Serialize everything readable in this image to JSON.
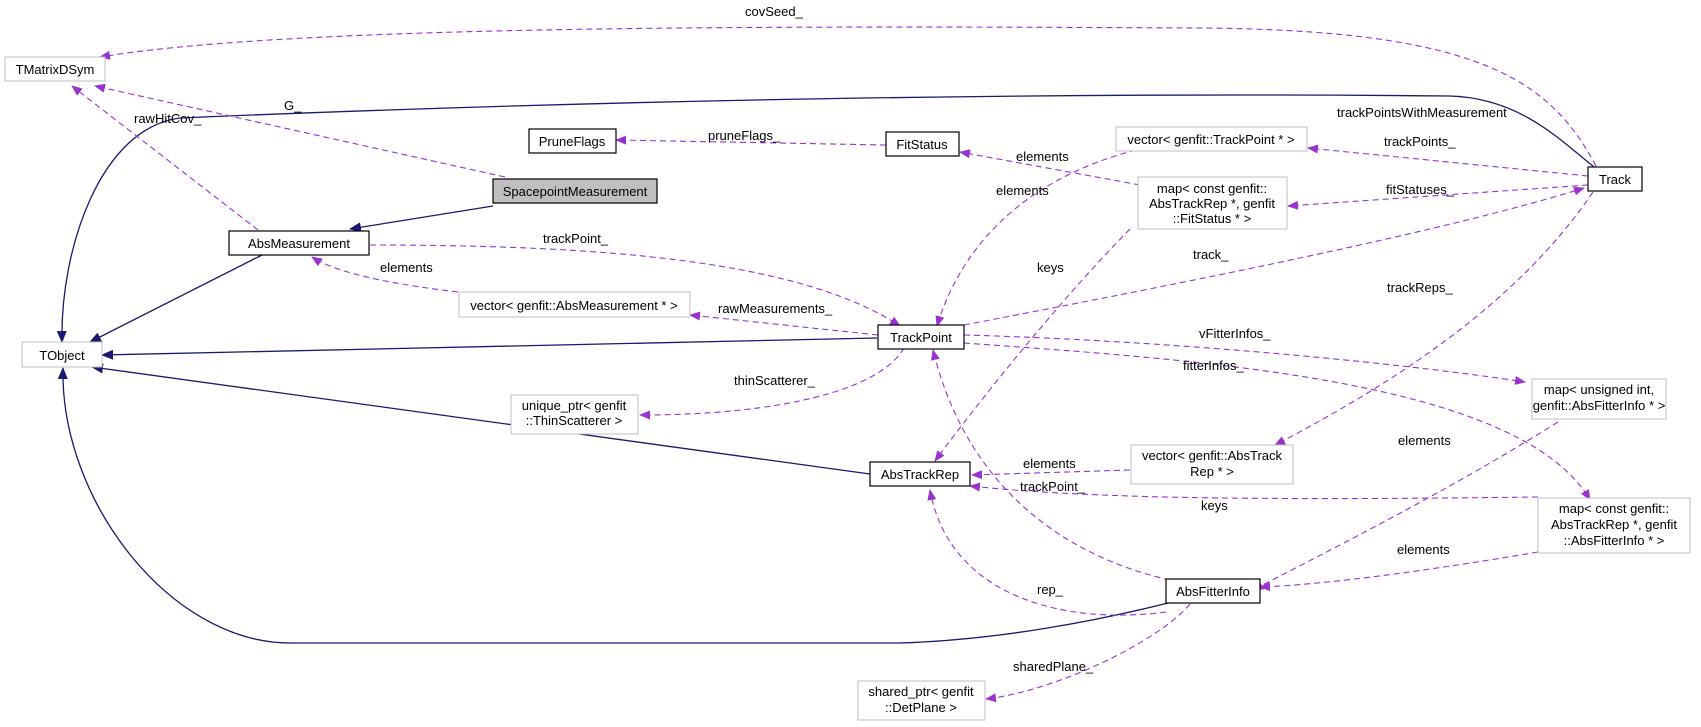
{
  "diagram": {
    "nodes": {
      "tmatrixdsym": "TMatrixDSym",
      "pruneflags": "PruneFlags",
      "fitstatus": "FitStatus",
      "spacepoint": "SpacepointMeasurement",
      "absmeasurement": "AbsMeasurement",
      "tobject": "TObject",
      "vec_absmeas": "vector< genfit::AbsMeasurement * >",
      "trackpoint": "TrackPoint",
      "unique_thin": [
        "unique_ptr< genfit",
        "::ThinScatterer >"
      ],
      "abstrackrep": "AbsTrackRep",
      "vec_trackpoint": "vector< genfit::TrackPoint * >",
      "map_fitstatus": [
        "map< const genfit::",
        "AbsTrackRep *, genfit",
        "::FitStatus * >"
      ],
      "track": "Track",
      "map_uint": [
        "map< unsigned int,",
        "genfit::AbsFitterInfo * >"
      ],
      "vec_abstrackrep": [
        "vector< genfit::AbsTrack",
        "Rep * >"
      ],
      "map_fitterinfo": [
        "map< const genfit::",
        "AbsTrackRep *, genfit",
        "::AbsFitterInfo * >"
      ],
      "absfitterinfo": "AbsFitterInfo",
      "shared_plane": [
        "shared_ptr< genfit",
        "::DetPlane >"
      ]
    },
    "edges": {
      "covSeed": "covSeed_",
      "G": "G_",
      "rawHitCov": "rawHitCov_",
      "pruneFlags": "pruneFlags_",
      "trackPointsWithMeasurement": "trackPointsWithMeasurement",
      "trackPoints": "trackPoints_",
      "elements_fitstatus": "elements",
      "elements_trackpoint": "elements",
      "fitStatuses": "fitStatuses_",
      "trackPoint_meas": "trackPoint_",
      "elements_absmeas": "elements",
      "keys_map_fitstatus": "keys",
      "track": "track_",
      "rawMeasurements": "rawMeasurements_",
      "trackReps": "trackReps_",
      "vFitterInfos": "vFitterInfos_",
      "fitterInfos": "fitterInfos_",
      "thinScatterer": "thinScatterer_",
      "elements_map_uint": "elements",
      "elements_abstrackrep": "elements",
      "trackPoint_fitter": "trackPoint_",
      "keys_map_fitterinfo": "keys",
      "elements_map_fitterinfo": "elements",
      "rep": "rep_",
      "sharedPlane": "sharedPlane_"
    }
  },
  "colors": {
    "inheritance": "#191970",
    "usage": "#9a32cd",
    "focus_fill": "#bfbfbf",
    "weak_border": "#bfbfbf"
  }
}
